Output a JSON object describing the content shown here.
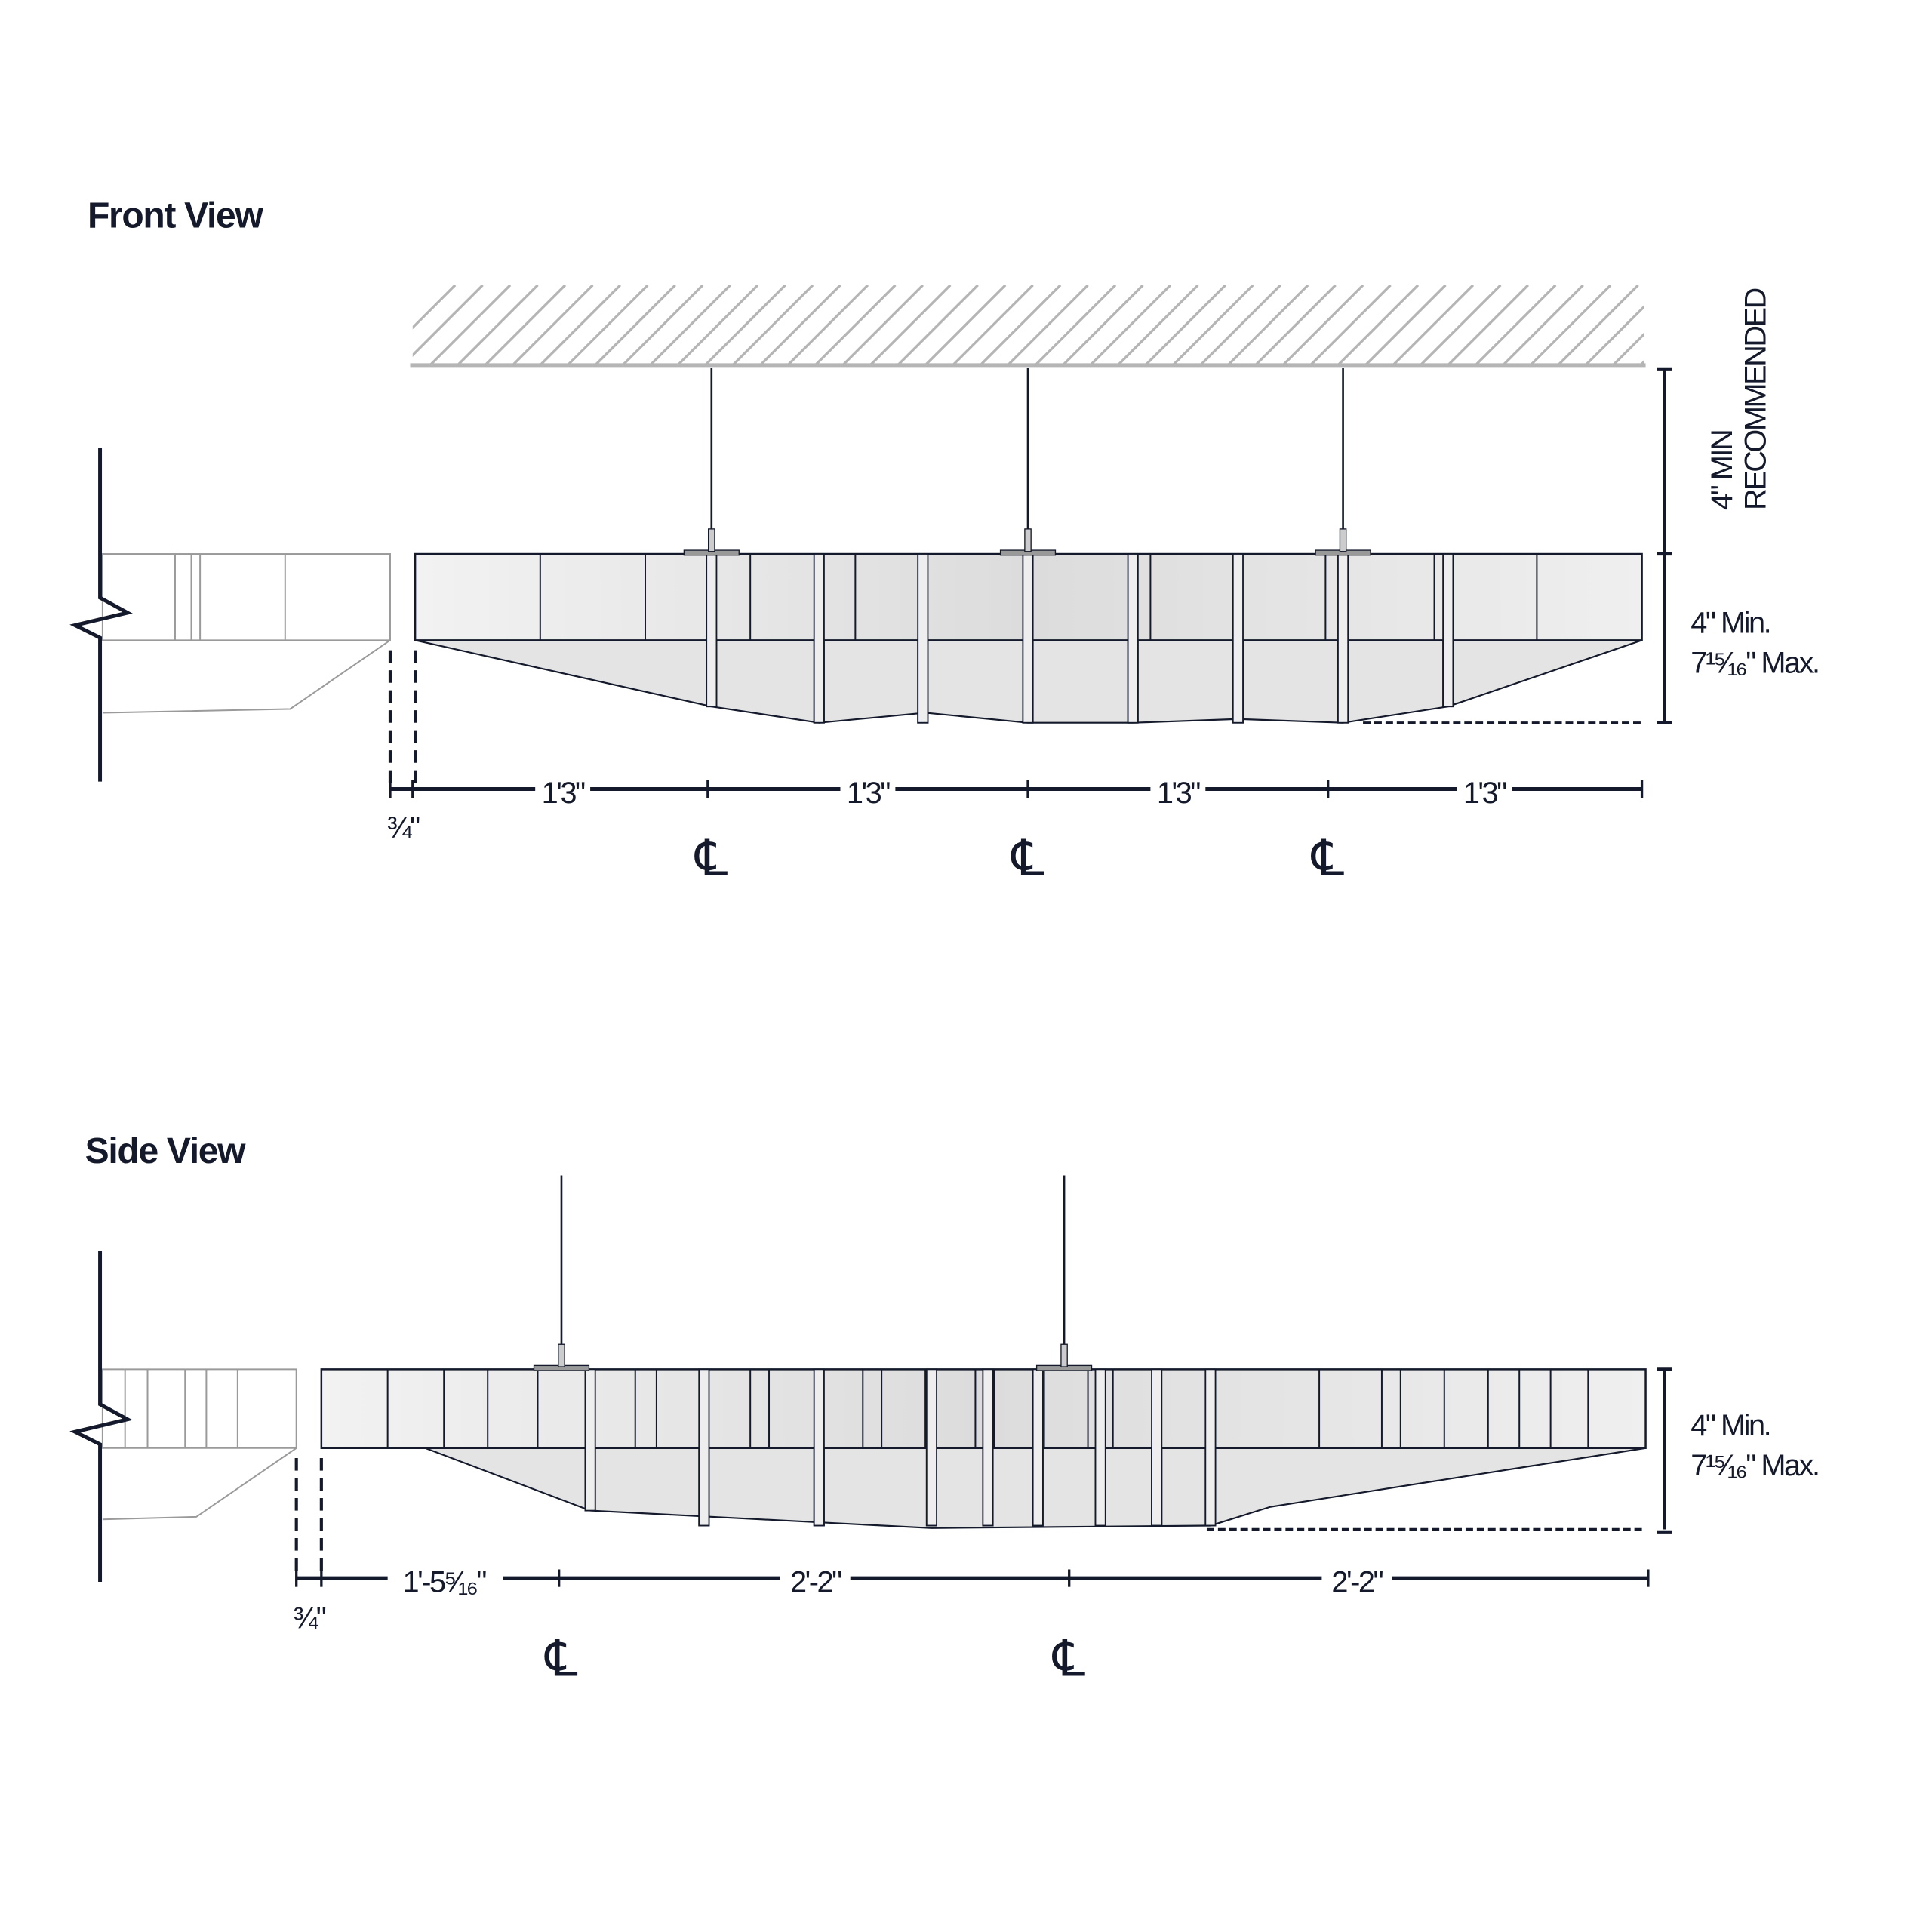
{
  "front_view": {
    "title": "Front View",
    "segment_labels": [
      "1'3\"",
      "1'3\"",
      "1'3\"",
      "1'3\""
    ],
    "offset_label": "¾\"",
    "centerline_symbol": "℄",
    "clearance_label_1": "4\" MIN",
    "clearance_label_2": "RECOMMENDED",
    "height_min": "4\" Min.",
    "height_max": "7¹⁵⁄₁₆\" Max."
  },
  "side_view": {
    "title": "Side View",
    "segment_labels": [
      "1'-5⁵⁄₁₆\"",
      "2'-2\"",
      "2'-2\""
    ],
    "offset_label": "¾\"",
    "centerline_symbol": "℄",
    "height_min": "4\" Min.",
    "height_max": "7¹⁵⁄₁₆\" Max."
  },
  "colors": {
    "ink": "#141a2b",
    "panel": "#e6e6e6",
    "ghost": "#9a9a9a",
    "hatch": "#b5b5b5"
  }
}
